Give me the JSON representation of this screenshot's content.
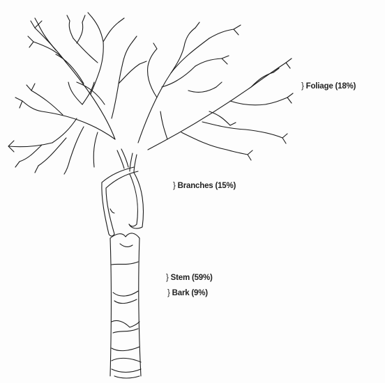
{
  "brace": "}",
  "labels": {
    "foliage": "Foliage (18%)",
    "branches": "Branches (15%)",
    "stem": "Stem (59%)",
    "bark": "Bark (9%)"
  }
}
